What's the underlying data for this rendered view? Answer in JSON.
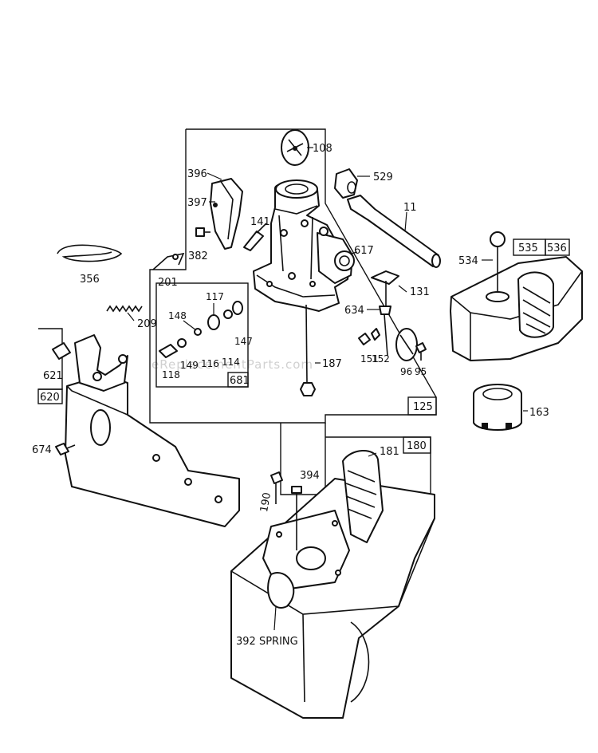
{
  "watermark": "eReplacementParts.com",
  "labels": {
    "p108": "108",
    "p396": "396",
    "p397": "397",
    "p529": "529",
    "p11": "11",
    "p141": "141",
    "p382": "382",
    "p617": "617",
    "p356": "356",
    "p201": "201",
    "p209": "209",
    "p117": "117",
    "p148": "148",
    "p147": "147",
    "p149": "149",
    "p116": "116",
    "p114": "114",
    "p118": "118",
    "p131": "131",
    "p634": "634",
    "p151": "151",
    "p152": "152",
    "p96": "96",
    "p95": "95",
    "p187": "187",
    "p534": "534",
    "p535": "535",
    "p163": "163",
    "p621": "621",
    "p674": "674",
    "p181": "181",
    "p190": "190",
    "p394": "394",
    "p392": "392 SPRING"
  },
  "boxes": {
    "b536": "536",
    "b681": "681",
    "b620": "620",
    "b125": "125",
    "b180": "180"
  }
}
